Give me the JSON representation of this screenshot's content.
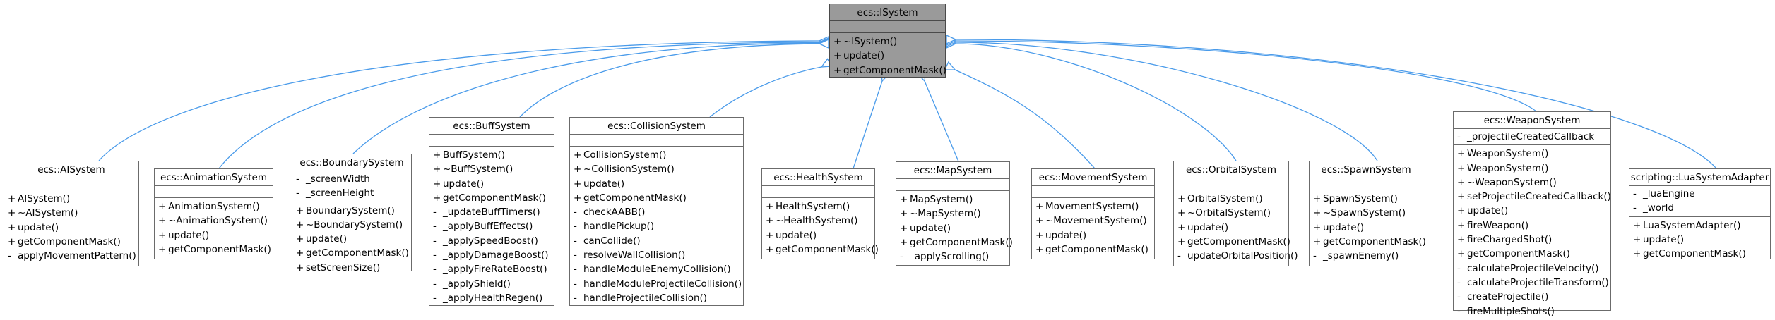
{
  "classes": [
    {
      "name": "ecs::ISystem",
      "attrs": [],
      "ops": [
        [
          "+",
          "~ISystem()"
        ],
        [
          "+",
          "update()"
        ],
        [
          "+",
          "getComponentMask()"
        ]
      ]
    },
    {
      "name": "ecs::AISystem",
      "attrs": [],
      "ops": [
        [
          "+",
          "AISystem()"
        ],
        [
          "+",
          "~AISystem()"
        ],
        [
          "+",
          "update()"
        ],
        [
          "+",
          "getComponentMask()"
        ],
        [
          "-",
          "applyMovementPattern()"
        ]
      ]
    },
    {
      "name": "ecs::AnimationSystem",
      "attrs": [],
      "ops": [
        [
          "+",
          "AnimationSystem()"
        ],
        [
          "+",
          "~AnimationSystem()"
        ],
        [
          "+",
          "update()"
        ],
        [
          "+",
          "getComponentMask()"
        ]
      ]
    },
    {
      "name": "ecs::BoundarySystem",
      "attrs": [
        [
          "-",
          "_screenWidth"
        ],
        [
          "-",
          "_screenHeight"
        ]
      ],
      "ops": [
        [
          "+",
          "BoundarySystem()"
        ],
        [
          "+",
          "~BoundarySystem()"
        ],
        [
          "+",
          "update()"
        ],
        [
          "+",
          "getComponentMask()"
        ],
        [
          "+",
          "setScreenSize()"
        ]
      ]
    },
    {
      "name": "ecs::BuffSystem",
      "attrs": [],
      "ops": [
        [
          "+",
          "BuffSystem()"
        ],
        [
          "+",
          "~BuffSystem()"
        ],
        [
          "+",
          "update()"
        ],
        [
          "+",
          "getComponentMask()"
        ],
        [
          "-",
          "_updateBuffTimers()"
        ],
        [
          "-",
          "_applyBuffEffects()"
        ],
        [
          "-",
          "_applySpeedBoost()"
        ],
        [
          "-",
          "_applyDamageBoost()"
        ],
        [
          "-",
          "_applyFireRateBoost()"
        ],
        [
          "-",
          "_applyShield()"
        ],
        [
          "-",
          "_applyHealthRegen()"
        ]
      ]
    },
    {
      "name": "ecs::CollisionSystem",
      "attrs": [],
      "ops": [
        [
          "+",
          "CollisionSystem()"
        ],
        [
          "+",
          "~CollisionSystem()"
        ],
        [
          "+",
          "update()"
        ],
        [
          "+",
          "getComponentMask()"
        ],
        [
          "-",
          "checkAABB()"
        ],
        [
          "-",
          "handlePickup()"
        ],
        [
          "-",
          "canCollide()"
        ],
        [
          "-",
          "resolveWallCollision()"
        ],
        [
          "-",
          "handleModuleEnemyCollision()"
        ],
        [
          "-",
          "handleModuleProjectileCollision()"
        ],
        [
          "-",
          "handleProjectileCollision()"
        ]
      ]
    },
    {
      "name": "ecs::HealthSystem",
      "attrs": [],
      "ops": [
        [
          "+",
          "HealthSystem()"
        ],
        [
          "+",
          "~HealthSystem()"
        ],
        [
          "+",
          "update()"
        ],
        [
          "+",
          "getComponentMask()"
        ]
      ]
    },
    {
      "name": "ecs::MapSystem",
      "attrs": [],
      "ops": [
        [
          "+",
          "MapSystem()"
        ],
        [
          "+",
          "~MapSystem()"
        ],
        [
          "+",
          "update()"
        ],
        [
          "+",
          "getComponentMask()"
        ],
        [
          "-",
          "_applyScrolling()"
        ]
      ]
    },
    {
      "name": "ecs::MovementSystem",
      "attrs": [],
      "ops": [
        [
          "+",
          "MovementSystem()"
        ],
        [
          "+",
          "~MovementSystem()"
        ],
        [
          "+",
          "update()"
        ],
        [
          "+",
          "getComponentMask()"
        ]
      ]
    },
    {
      "name": "ecs::OrbitalSystem",
      "attrs": [],
      "ops": [
        [
          "+",
          "OrbitalSystem()"
        ],
        [
          "+",
          "~OrbitalSystem()"
        ],
        [
          "+",
          "update()"
        ],
        [
          "+",
          "getComponentMask()"
        ],
        [
          "-",
          "updateOrbitalPosition()"
        ]
      ]
    },
    {
      "name": "ecs::SpawnSystem",
      "attrs": [],
      "ops": [
        [
          "+",
          "SpawnSystem()"
        ],
        [
          "+",
          "~SpawnSystem()"
        ],
        [
          "+",
          "update()"
        ],
        [
          "+",
          "getComponentMask()"
        ],
        [
          "-",
          "_spawnEnemy()"
        ]
      ]
    },
    {
      "name": "ecs::WeaponSystem",
      "attrs": [
        [
          "-",
          "_projectileCreatedCallback"
        ]
      ],
      "ops": [
        [
          "+",
          "WeaponSystem()"
        ],
        [
          "+",
          "WeaponSystem()"
        ],
        [
          "+",
          "~WeaponSystem()"
        ],
        [
          "+",
          "setProjectileCreatedCallback()"
        ],
        [
          "+",
          "update()"
        ],
        [
          "+",
          "fireWeapon()"
        ],
        [
          "+",
          "fireChargedShot()"
        ],
        [
          "+",
          "getComponentMask()"
        ],
        [
          "-",
          "calculateProjectileVelocity()"
        ],
        [
          "-",
          "calculateProjectileTransform()"
        ],
        [
          "-",
          "createProjectile()"
        ],
        [
          "-",
          "fireMultipleShots()"
        ]
      ]
    },
    {
      "name": "scripting::LuaSystemAdapter",
      "attrs": [
        [
          "-",
          "_luaEngine"
        ],
        [
          "-",
          "_world"
        ]
      ],
      "ops": [
        [
          "+",
          "LuaSystemAdapter()"
        ],
        [
          "+",
          "update()"
        ],
        [
          "+",
          "getComponentMask()"
        ]
      ]
    }
  ],
  "colors": {
    "edge": "#4a9bea",
    "root_fill": "#9a9a9a",
    "border": "#6b6b6b"
  }
}
